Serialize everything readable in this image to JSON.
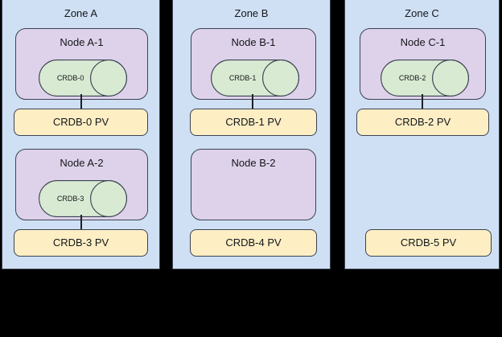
{
  "diagram": {
    "title_visible": false,
    "colors": {
      "background": "#000000",
      "zone_fill": "#cfe0f4",
      "node_fill": "#ded2ea",
      "pv_fill": "#fdeec4",
      "crdb_fill": "#d9ead3",
      "stroke": "#3b4252"
    },
    "zones": [
      {
        "id": "zone-a",
        "label": "Zone A",
        "nodes": [
          {
            "id": "node-a-1",
            "label": "Node A-1",
            "database": {
              "id": "crdb-0",
              "label": "CRDB-0"
            },
            "has_database": true,
            "connector": true
          },
          {
            "id": "node-a-2",
            "label": "Node A-2",
            "database": {
              "id": "crdb-3",
              "label": "CRDB-3"
            },
            "has_database": true,
            "connector": true
          }
        ],
        "volumes": [
          {
            "id": "crdb-0-pv",
            "label": "CRDB-0 PV"
          },
          {
            "id": "crdb-3-pv",
            "label": "CRDB-3 PV"
          }
        ]
      },
      {
        "id": "zone-b",
        "label": "Zone B",
        "nodes": [
          {
            "id": "node-b-1",
            "label": "Node B-1",
            "database": {
              "id": "crdb-1",
              "label": "CRDB-1"
            },
            "has_database": true,
            "connector": true
          },
          {
            "id": "node-b-2",
            "label": "Node B-2",
            "database": null,
            "has_database": false,
            "connector": false
          }
        ],
        "volumes": [
          {
            "id": "crdb-1-pv",
            "label": "CRDB-1 PV"
          },
          {
            "id": "crdb-4-pv",
            "label": "CRDB-4 PV"
          }
        ]
      },
      {
        "id": "zone-c",
        "label": "Zone C",
        "nodes": [
          {
            "id": "node-c-1",
            "label": "Node C-1",
            "database": {
              "id": "crdb-2",
              "label": "CRDB-2"
            },
            "has_database": true,
            "connector": true
          }
        ],
        "volumes": [
          {
            "id": "crdb-2-pv",
            "label": "CRDB-2 PV"
          },
          {
            "id": "crdb-5-pv",
            "label": "CRDB-5 PV"
          }
        ]
      }
    ]
  }
}
